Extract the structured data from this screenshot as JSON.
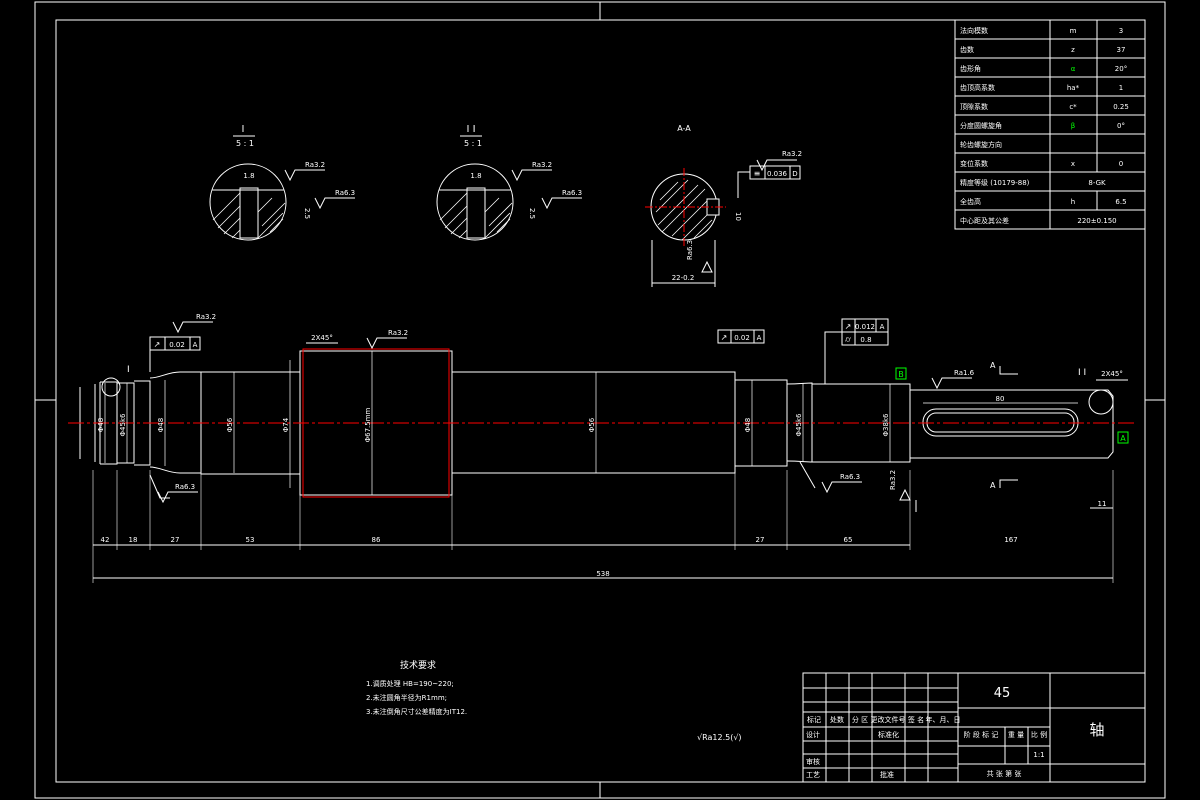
{
  "drawing": {
    "views": {
      "detail_1": {
        "title": "I",
        "scale": "5 : 1",
        "dim_width": "1.8",
        "dim_depth": "2.5",
        "ra_a": "Ra3.2",
        "ra_b": "Ra6.3"
      },
      "detail_2": {
        "title": "I I",
        "scale": "5 : 1",
        "dim_width": "1.8",
        "dim_depth": "2.5",
        "ra_a": "Ra3.2",
        "ra_b": "Ra6.3"
      },
      "section": {
        "title": "A-A",
        "ra": "Ra3.2",
        "tol_value": "0.036",
        "tol_datum": "D",
        "key_width": "10",
        "ra_left": "Ra6.3",
        "depth": "22-0.2"
      }
    },
    "shaft_labels": {
      "ra_left_top": "Ra3.2",
      "tol_left_value": "0.02",
      "tol_left_datum": "A",
      "ra_mid_top": "Ra3.2",
      "chamfer_left": "2X45°",
      "tol_right_value": "0.02",
      "tol_right_datum": "A",
      "tol_right2_value": "0.012",
      "tol_right2_datum": "A",
      "tol_right3_value": "0.8",
      "ra_right_top": "Ra1.6",
      "chamfer_right": "2X45°",
      "detail_1_mark": "I",
      "detail_2_mark": "I I",
      "section_mark_a": "A",
      "keyway_length": "80",
      "ra_bottom_left": "Ra6.3",
      "ra_bottom_mid": "Ra6.3",
      "ra_bottom_right": "Ra3.2",
      "keyway_end": "11",
      "diameters": [
        "Φ48",
        "Φ45k6",
        "Φ48",
        "Φ56",
        "Φ74",
        "Φ67.5mm",
        "Φ56",
        "Φ48",
        "Φ45k6",
        "Φ38k6"
      ]
    },
    "lengths": [
      "42",
      "18",
      "27",
      "53",
      "86",
      "27",
      "65",
      "167"
    ],
    "overall_length": "538",
    "spec_table": [
      {
        "name": "法向模数",
        "symbol": "m",
        "value": "3"
      },
      {
        "name": "齿数",
        "symbol": "z",
        "value": "37"
      },
      {
        "name": "齿形角",
        "symbol": "α",
        "value": "20°"
      },
      {
        "name": "齿顶高系数",
        "symbol": "ha*",
        "value": "1"
      },
      {
        "name": "顶隙系数",
        "symbol": "c*",
        "value": "0.25"
      },
      {
        "name": "分度圆螺旋角",
        "symbol": "β",
        "value": "0°"
      },
      {
        "name": "轮齿螺旋方向",
        "symbol": "",
        "value": ""
      },
      {
        "name": "变位系数",
        "symbol": "x",
        "value": "0"
      },
      {
        "name": "精度等级 (10179-88)",
        "symbol": "",
        "value": "8-GK"
      },
      {
        "name": "全齿高",
        "symbol": "h",
        "value": "6.5"
      },
      {
        "name": "中心距及其公差",
        "symbol": "",
        "value": "220±0.150"
      }
    ],
    "tech_req": {
      "title": "技术要求",
      "items": [
        "1.调质处理 HB=190~220;",
        "2.未注圆角半径为R1mm;",
        "3.未注倒角尺寸公差精度为IT12."
      ]
    },
    "roughness_note": "√Ra12.5(√)",
    "title_block": {
      "material": "45",
      "part_name": "轴",
      "sign_headers": [
        "标记",
        "处数",
        "分 区",
        "更改文件号",
        "签 名",
        "年、月、日"
      ],
      "row_design": "设计",
      "row_standard": "标准化",
      "row_review": "审核",
      "row_process": "工艺",
      "row_approve": "批准",
      "stage_header": "阶 段 标 记",
      "weight_header": "重 量",
      "scale_header": "比 例",
      "scale_value": "1:1",
      "sheets": "共   张  第   张"
    }
  }
}
